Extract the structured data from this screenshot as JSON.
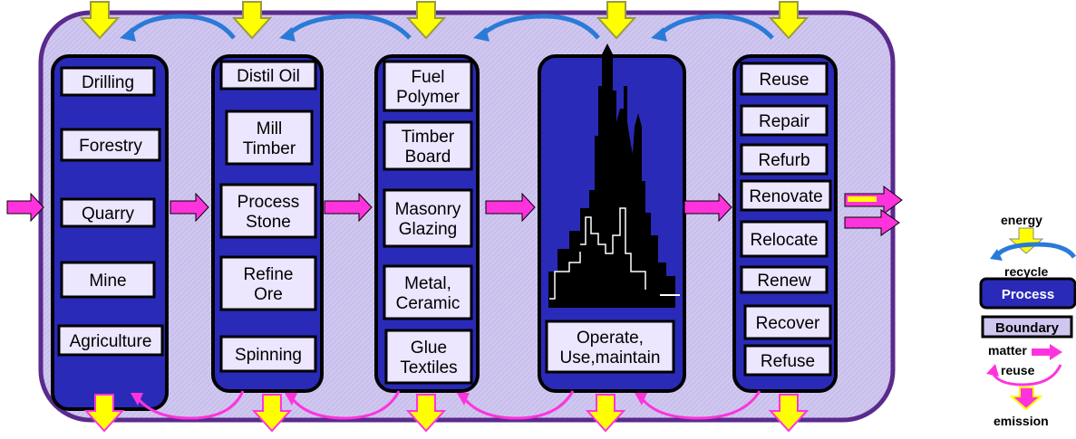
{
  "columns": [
    {
      "id": "extraction",
      "items": [
        "Drilling",
        "Forestry",
        "Quarry",
        "Mine",
        "Agriculture"
      ]
    },
    {
      "id": "processing",
      "items": [
        "Distil Oil",
        "Mill\nTimber",
        "Process\nStone",
        "Refine\nOre",
        "Spinning"
      ]
    },
    {
      "id": "manufacture",
      "items": [
        "Fuel\nPolymer",
        "Timber\nBoard",
        "Masonry\nGlazing",
        "Metal,\nCeramic",
        "Glue\nTextiles"
      ]
    },
    {
      "id": "use",
      "items": [
        "Operate,\nUse,maintain"
      ]
    },
    {
      "id": "end-of-life",
      "items": [
        "Reuse",
        "Repair",
        "Refurb",
        "Renovate",
        "Relocate",
        "Renew",
        "Recover",
        "Refuse"
      ]
    }
  ],
  "legend": {
    "energy": "energy",
    "recycle": "recycle",
    "process": "Process",
    "boundary": "Boundary",
    "matter": "matter",
    "reuse": "reuse",
    "emission": "emission"
  },
  "colors": {
    "outer_fill": "#c8c0ec",
    "outer_stroke": "#5a2a8c",
    "process_fill": "#2a2ab8",
    "box_fill": "#ece6ff",
    "energy": "#ffff00",
    "matter": "#ff33dd",
    "recycle": "#2a7ad8"
  }
}
